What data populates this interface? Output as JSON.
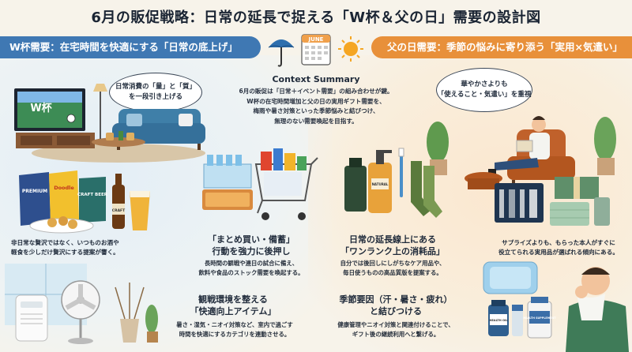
{
  "title": "6月の販促戦略：日常の延長で捉える「W杯＆父の日」需要の設計図",
  "left_banner": "W杯需要：在宅時間を快適にする「日常の底上げ」",
  "right_banner": "父の日需要：季節の悩みに寄り添う「実用×気遣い」",
  "calendar_month": "JUNE",
  "summary": {
    "heading": "Context Summary",
    "lines": [
      "6月の販促は「日常＋イベント需要」の組み合わせが鍵。",
      "W杯の在宅時間増加と父の日の実用ギフト需要を、",
      "梅雨や暑さ対策といった季節悩みと結びつけ、",
      "無理のない需要喚起を目指す。"
    ]
  },
  "bubble_left": [
    "日常消費の「量」と「質」",
    "を一段引き上げる"
  ],
  "bubble_right": [
    "華やかさよりも",
    "「使えること・気遣い」を重視"
  ],
  "tv_text": "W杯",
  "snack_note": [
    "非日常な贅沢ではなく、いつものお酒や",
    "軽食を少しだけ贅沢にする提案が響く。"
  ],
  "bulk": {
    "heading": [
      "「まとめ買い・備蓄」",
      "行動を強力に後押し"
    ],
    "desc": [
      "長時間の観戦や連日の試合に備え、",
      "飲料や食品のストック需要を喚起する。"
    ]
  },
  "viewing": {
    "heading": [
      "観戦環境を整える",
      "「快適向上アイテム」"
    ],
    "desc": [
      "暑さ・湿気・ニオイ対策など、室内で過ごす",
      "時間を快適にするカテゴリを連動させる。"
    ]
  },
  "consumables": {
    "heading": [
      "日常の延長線上にある",
      "「ワンランク上の消耗品」"
    ],
    "desc": [
      "自分では後回しにしがちなケア用品や、",
      "毎日使うものの高品質版を提案する。"
    ]
  },
  "seasonal": {
    "heading": [
      "季節要因（汗・暑さ・疲れ）",
      "と結びつける"
    ],
    "desc": [
      "健康管理やニオイ対策と関連付けることで、",
      "ギフト後の継続利用へと繋げる。"
    ]
  },
  "gift_note": [
    "サプライズよりも、もらった本人がすぐに",
    "役立てられる実用品が選ばれる傾向にある。"
  ],
  "product_labels": {
    "chips1": "PREMIUM",
    "chips2": "Doodle",
    "chips3": "CRAFT BEER",
    "beer": "CRAFT",
    "bottle": "NATURAL",
    "supp1": "HEALTH OIL",
    "supp2": "HEALTH SUPPLEMENT"
  },
  "colors": {
    "left_accent": "#3f78b3",
    "right_accent": "#e8903a"
  }
}
